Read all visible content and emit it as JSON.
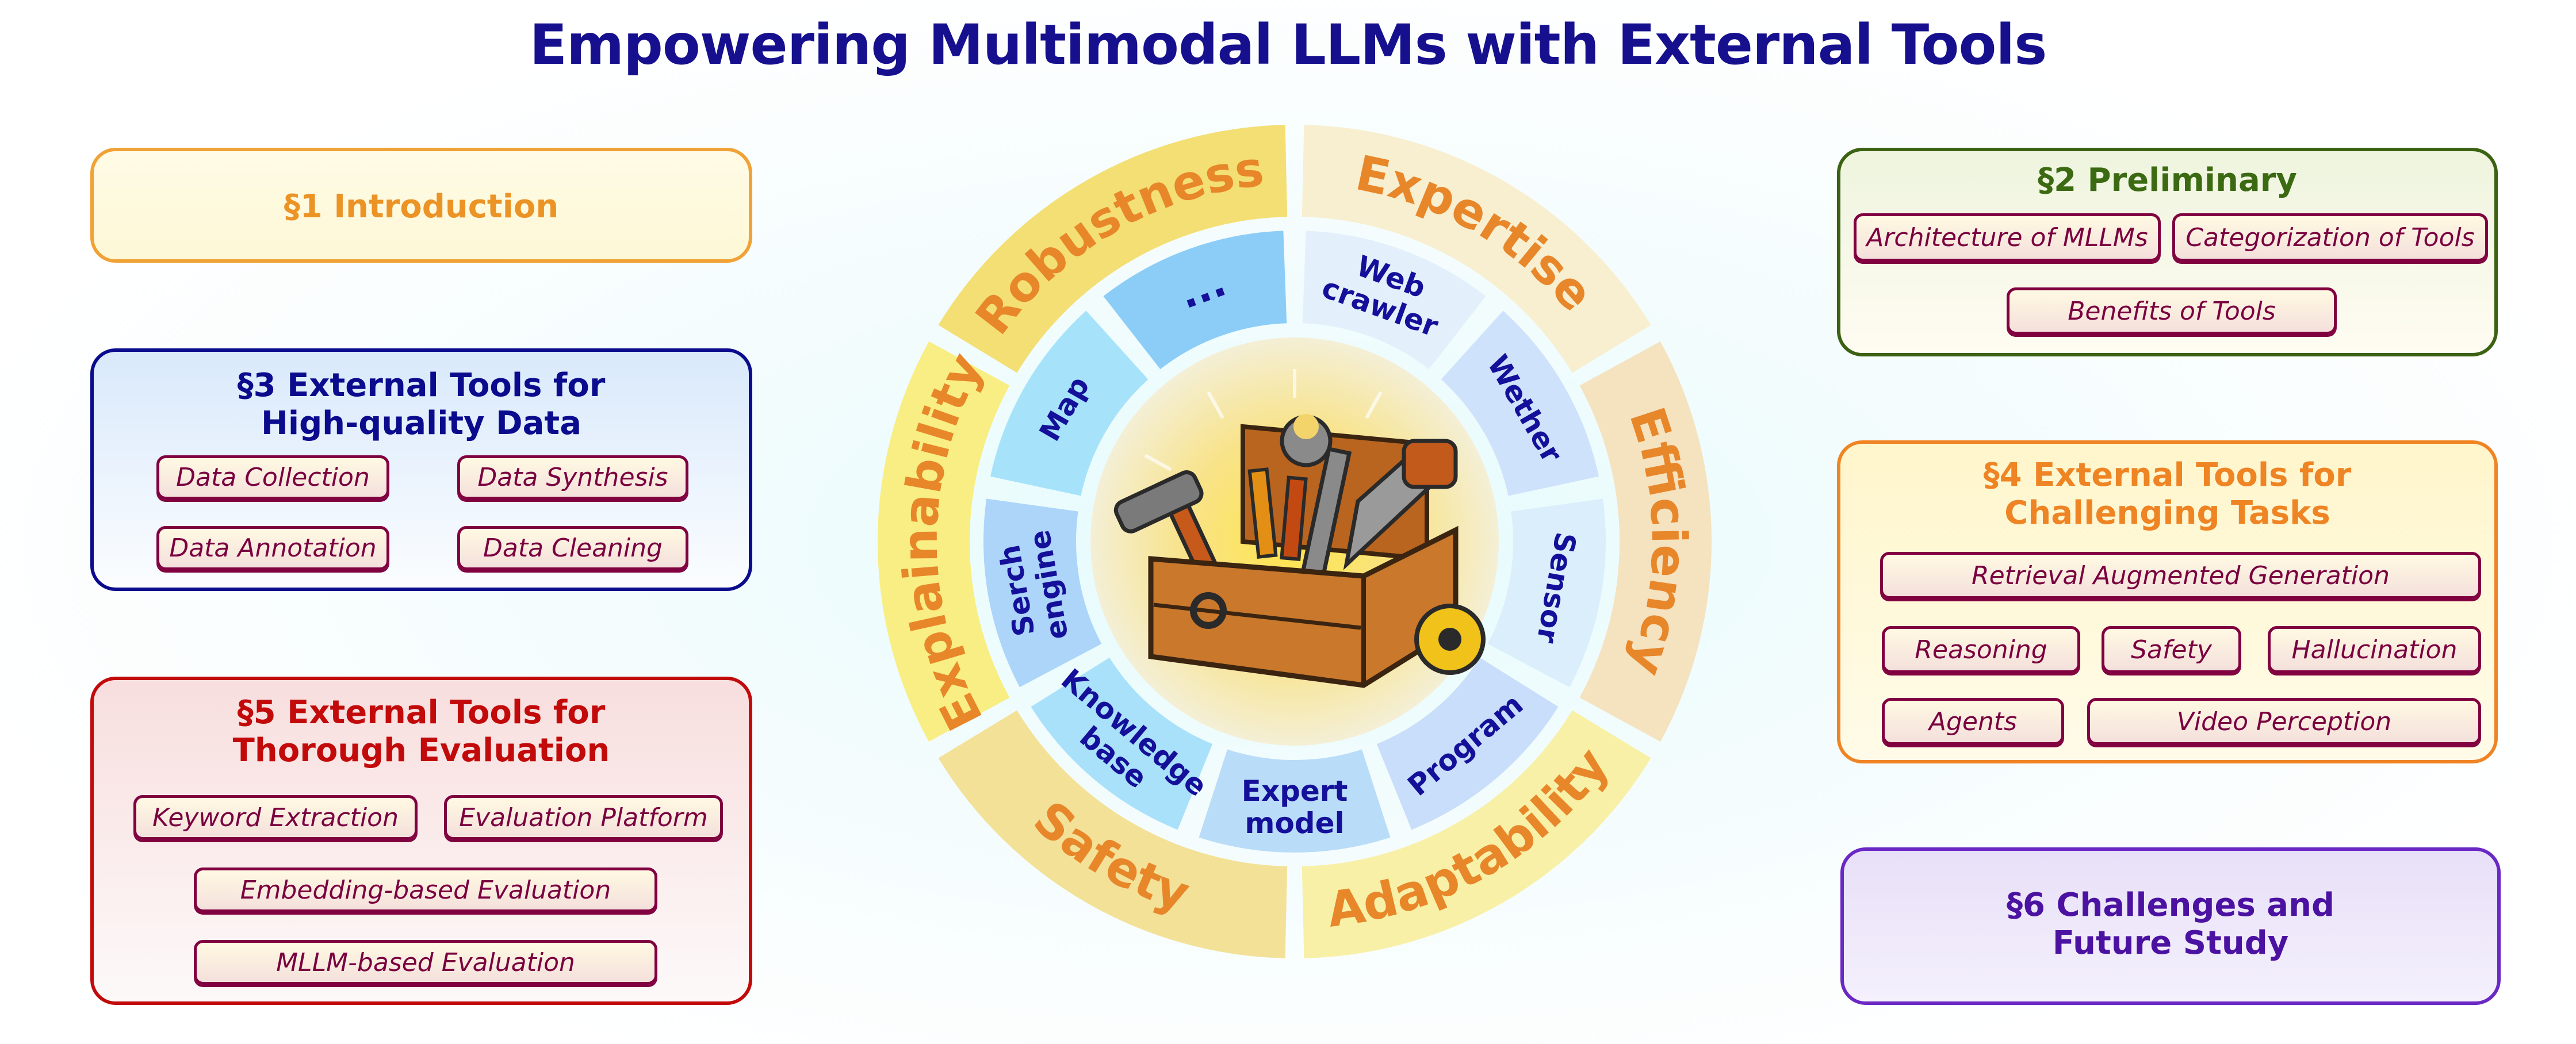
{
  "title": "Empowering Multimodal LLMs with External Tools",
  "sections": {
    "s1": {
      "title": [
        "§1  Introduction"
      ]
    },
    "s2": {
      "title": [
        "§2  Preliminary"
      ],
      "items": [
        "Architecture of MLLMs",
        "Categorization of Tools",
        "Benefits of Tools"
      ]
    },
    "s3": {
      "title": [
        "§3  External Tools for",
        "High-quality Data"
      ],
      "items": [
        "Data Collection",
        "Data Synthesis",
        "Data Annotation",
        "Data Cleaning"
      ]
    },
    "s4": {
      "title": [
        "§4  External Tools for",
        "Challenging Tasks"
      ],
      "items": [
        "Retrieval Augmented Generation",
        "Reasoning",
        "Safety",
        "Hallucination",
        "Agents",
        "Video Perception"
      ]
    },
    "s5": {
      "title": [
        "§5  External Tools for",
        "Thorough Evaluation"
      ],
      "items": [
        "Keyword Extraction",
        "Evaluation Platform",
        "Embedding-based Evaluation",
        "MLLM-based Evaluation"
      ]
    },
    "s6": {
      "title": [
        "§6  Challenges and",
        "Future Study"
      ]
    }
  },
  "wheel": {
    "outer": [
      {
        "label": "Expertise",
        "color": "#f7efcf"
      },
      {
        "label": "Efficiency",
        "color": "#f5e2bf"
      },
      {
        "label": "Adaptability",
        "color": "#f8f0a6"
      },
      {
        "label": "Safety",
        "color": "#f3e198"
      },
      {
        "label": "Explainability",
        "color": "#f8ee84"
      },
      {
        "label": "Robustness",
        "color": "#f3df74"
      }
    ],
    "inner": [
      {
        "label": [
          "Web",
          "crawler"
        ],
        "color": "#e3f0fc"
      },
      {
        "label": [
          "Wether"
        ],
        "color": "#cfe2fb"
      },
      {
        "label": [
          "Sensor"
        ],
        "color": "#dbeefc"
      },
      {
        "label": [
          "Program"
        ],
        "color": "#c9defa"
      },
      {
        "label": [
          "Expert",
          "model"
        ],
        "color": "#b9dcf9"
      },
      {
        "label": [
          "Knowledge",
          "base"
        ],
        "color": "#a9e1fb"
      },
      {
        "label": [
          "Serch",
          "engine"
        ],
        "color": "#acd5f9"
      },
      {
        "label": [
          "Map"
        ],
        "color": "#a6e3fb"
      },
      {
        "label": [
          "..."
        ],
        "color": "#8ccdf8"
      }
    ],
    "center_icon": "toolbox-icon",
    "outer_text_color": "#e8862a",
    "inner_text_color": "#14109a"
  }
}
